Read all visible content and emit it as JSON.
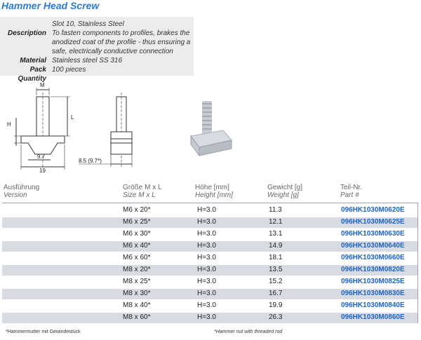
{
  "title": "Hammer Head Screw",
  "details": [
    {
      "label": "",
      "value": "Slot 10, Stainless Steel"
    },
    {
      "label": "Description",
      "value": "To fasten components to profiles, brakes the"
    },
    {
      "label": "",
      "value": "anodized coat of the profile - thus ensuring a"
    },
    {
      "label": "",
      "value": "safe, electrically conductive connection"
    },
    {
      "label": "Material",
      "value": "Stainless steel SS 316"
    },
    {
      "label": "Pack Quantity",
      "value": "100 pieces"
    }
  ],
  "drawing": {
    "m": "M",
    "l": "L",
    "h": "H",
    "dim1": "9.7",
    "dim2": "19",
    "dim3": "8.5 (9.7*)"
  },
  "headers": {
    "version_de": "Ausführung",
    "version_en": "Version",
    "size_de": "Größe M x L",
    "size_en": "Size M x L",
    "height_de": "Höhe [mm]",
    "height_en": "Height [mm]",
    "weight_de": "Gewicht [g]",
    "weight_en": "Weight [g]",
    "part_de": "Teil-Nr.",
    "part_en": "Part #"
  },
  "rows": [
    {
      "size": "M6 x 20*",
      "height": "H=3.0",
      "weight": "11.3",
      "part": "096HK1030M0620E"
    },
    {
      "size": "M6 x 25*",
      "height": "H=3.0",
      "weight": "12.1",
      "part": "096HK1030M0625E"
    },
    {
      "size": "M6 x 30*",
      "height": "H=3.0",
      "weight": "13.1",
      "part": "096HK1030M0630E"
    },
    {
      "size": "M6 x 40*",
      "height": "H=3.0",
      "weight": "14.9",
      "part": "096HK1030M0640E"
    },
    {
      "size": "M6 x 60*",
      "height": "H=3.0",
      "weight": "18.1",
      "part": "096HK1030M0660E"
    },
    {
      "size": "M8 x 20*",
      "height": "H=3.0",
      "weight": "13.5",
      "part": "096HK1030M0820E"
    },
    {
      "size": "M8 x 25*",
      "height": "H=3.0",
      "weight": "15.2",
      "part": "096HK1030M0825E"
    },
    {
      "size": "M8 x 30*",
      "height": "H=3.0",
      "weight": "16.7",
      "part": "096HK1030M0830E"
    },
    {
      "size": "M8 x 40*",
      "height": "H=3.0",
      "weight": "19.9",
      "part": "096HK1030M0840E"
    },
    {
      "size": "M8 x 60*",
      "height": "H=3.0",
      "weight": "26.3",
      "part": "096HK1030M0860E"
    }
  ],
  "footnotes": {
    "de": "*Hammermutter mit Gewindestück",
    "en": "*Hammer nut with threaded rod"
  }
}
